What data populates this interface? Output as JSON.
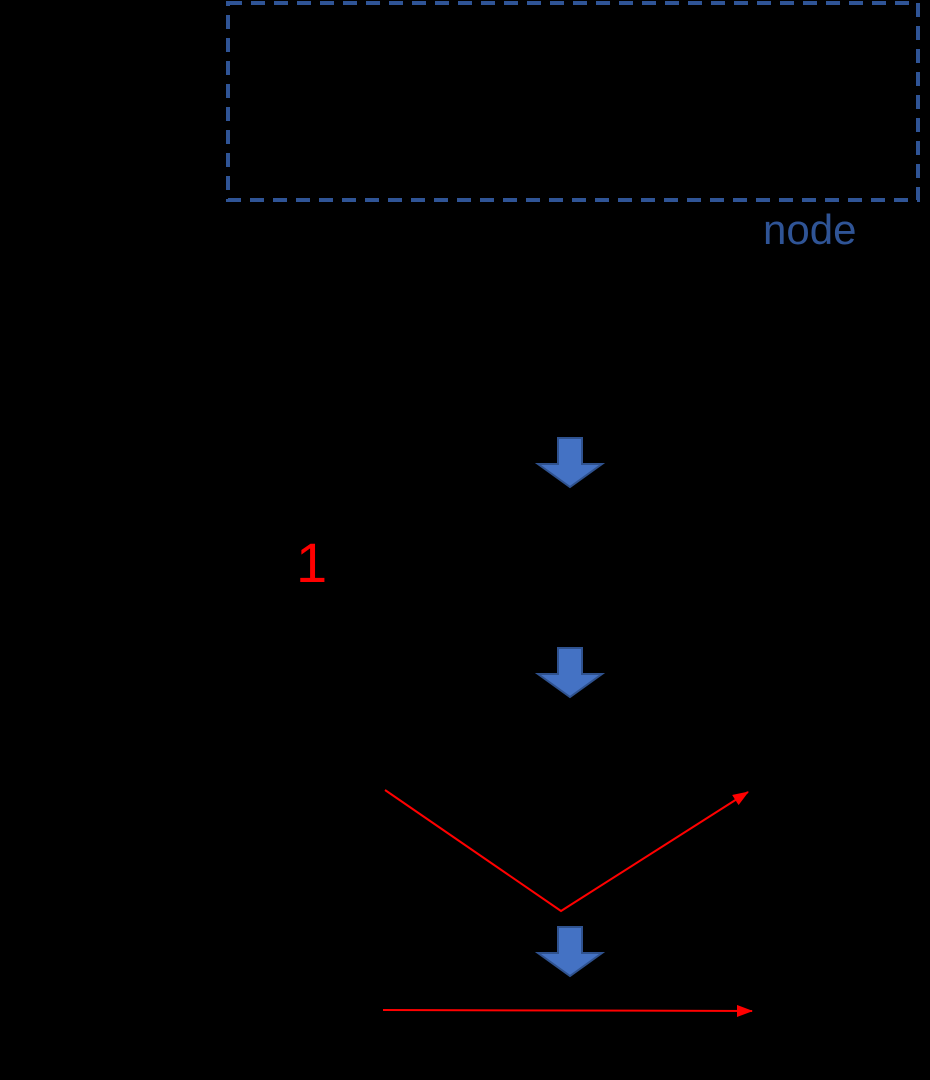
{
  "diagram": {
    "node_label": "node",
    "step_label": "1",
    "icons": [
      {
        "name": "down-arrow-icon",
        "shape": "block-down-arrow",
        "count": 3
      },
      {
        "name": "red-v-arrow-icon",
        "shape": "down-then-up-right-arrow"
      },
      {
        "name": "red-right-arrow-icon",
        "shape": "horizontal-right-arrow"
      }
    ],
    "node_box": {
      "style": "dashed",
      "label": "node"
    }
  },
  "colors": {
    "background": "#000000",
    "node_border_blue": "#2F5496",
    "node_label_blue": "#2F5496",
    "arrow_fill_blue": "#4472C4",
    "arrow_border_blue": "#2F528F",
    "red_accent": "#FF0000"
  }
}
